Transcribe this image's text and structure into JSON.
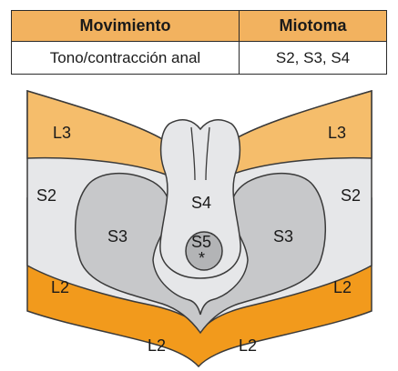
{
  "table": {
    "headers": [
      "Movimiento",
      "Miotoma"
    ],
    "rows": [
      [
        "Tono/contracción anal",
        "S2, S3, S4"
      ]
    ]
  },
  "diagram": {
    "labels": {
      "l3_left": "L3",
      "l3_right": "L3",
      "s2_left": "S2",
      "s2_right": "S2",
      "s3_left": "S3",
      "s3_right": "S3",
      "s4": "S4",
      "s5": "S5",
      "asterisk": "*",
      "l2_left": "L2",
      "l2_right": "L2",
      "l2_bottom_left": "L2",
      "l2_bottom_right": "L2"
    },
    "colors": {
      "l3": "#f5bd6b",
      "s2": "#e6e7e9",
      "s3": "#c7c8ca",
      "s4": "#e6e7e9",
      "s5": "#b3b4b6",
      "l2": "#f29a1c",
      "outline": "#3a3a3a"
    }
  }
}
